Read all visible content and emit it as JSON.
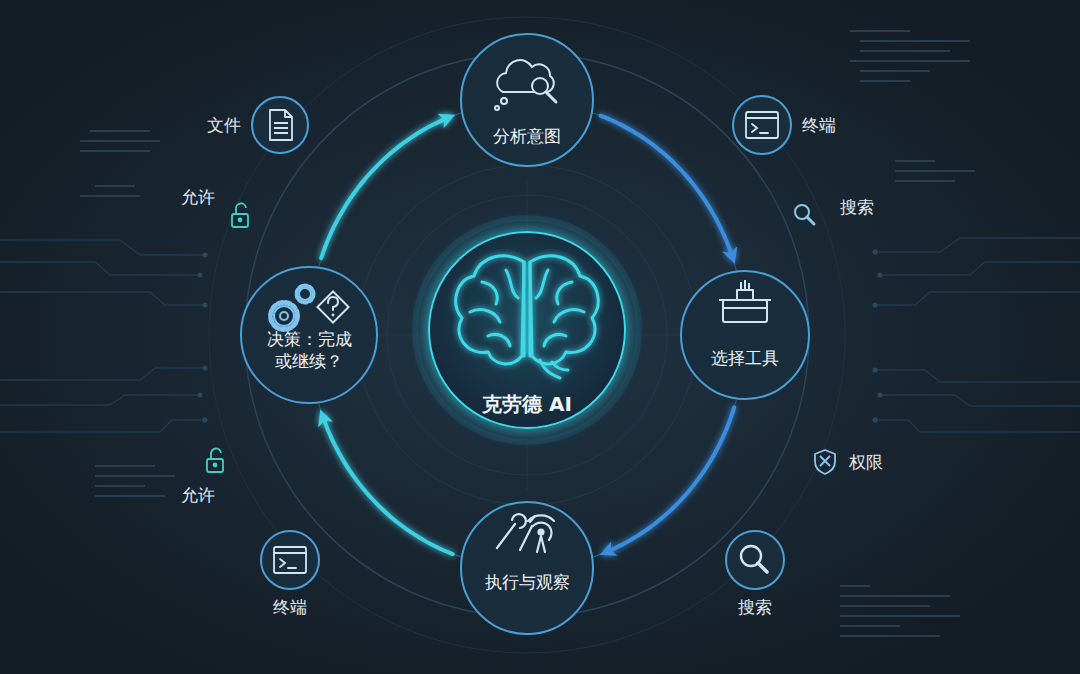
{
  "diagram": {
    "nodes": [
      {
        "text": [
          "分析意图"
        ]
      },
      {
        "text": [
          "选择工具"
        ]
      },
      {
        "text": [
          "执行与观察"
        ]
      },
      {
        "text": [
          "决策：完成或继续？"
        ]
      },
      {
        "text": [
          "克劳德 AI"
        ]
      },
      {
        "text": [
          "文件"
        ]
      },
      {
        "text": [
          "终端"
        ]
      },
      {
        "text": [
          "搜索"
        ]
      },
      {
        "text": [
          "终端"
        ]
      }
    ],
    "edges": [
      {
        "from": 0,
        "to": 1,
        "arrow": "to"
      },
      {
        "from": 1,
        "to": 2,
        "arrow": "to"
      },
      {
        "from": 2,
        "to": 3,
        "arrow": "to"
      },
      {
        "from": 3,
        "to": 0,
        "arrow": "to"
      }
    ],
    "labels": [
      "允许",
      "搜索",
      "权限",
      "允许"
    ]
  }
}
